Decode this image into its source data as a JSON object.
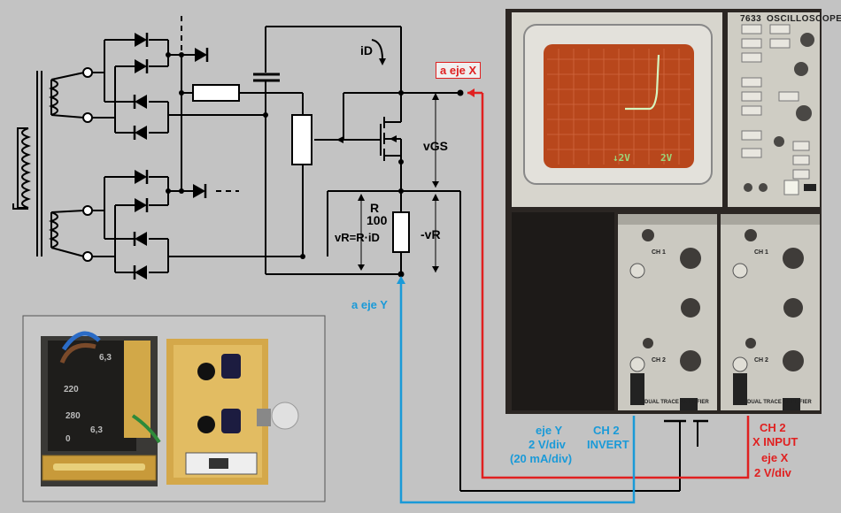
{
  "circuit": {
    "id_label": "iD",
    "vgs_label": "vGS",
    "r_label": "R",
    "r_value": "100",
    "vr_formula": "vR=R·iD",
    "neg_vr_label": "-vR"
  },
  "connections": {
    "x_axis_tag": "a eje X",
    "y_axis_tag": "a eje Y",
    "y_note_line1": "eje Y",
    "y_note_line2": "2 V/div",
    "y_note_line3": "(20 mA/div)",
    "ch2_invert_line1": "CH 2",
    "ch2_invert_line2": "INVERT",
    "ch2_x_line1": "CH 2",
    "ch2_x_line2": "X INPUT",
    "ch2_x_line3": "eje X",
    "ch2_x_line4": "2 V/div"
  },
  "oscilloscope": {
    "model": "7633",
    "name": "OSCILLOSCOPE",
    "readout_ch1": "↓2V",
    "readout_ch2": "2V",
    "plugin_ch1": "CH 1",
    "plugin_ch2": "CH 2",
    "plugin_name": "DUAL TRACE AMPLIFIER"
  },
  "transformer_photo": {
    "markings": [
      "6,3",
      "220",
      "280",
      "0",
      "6,3"
    ]
  },
  "colors": {
    "x_wire": "#e02020",
    "y_wire": "#1a9ad8",
    "ground_wire": "#000000",
    "trace": "#c8f0b0",
    "crt_bg": "#b2471c"
  }
}
